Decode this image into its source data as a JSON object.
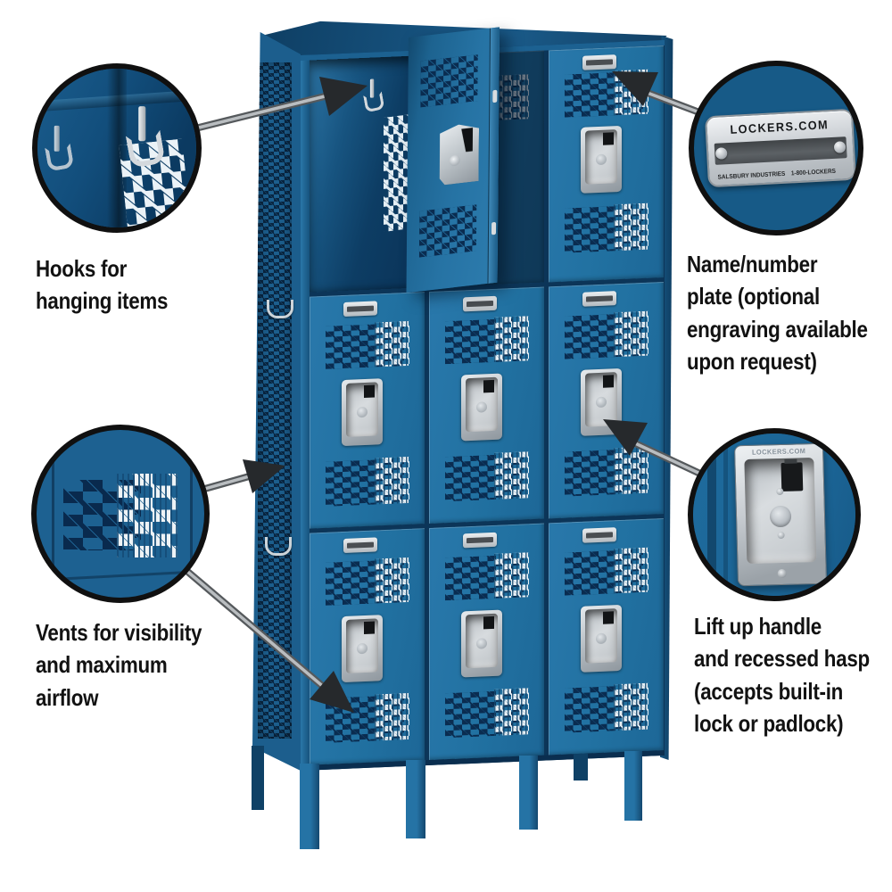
{
  "page": {
    "background": "#ffffff"
  },
  "product": {
    "kind": "triple-tier-vented-metal-locker",
    "columns": 3,
    "tiers": 3,
    "colors": {
      "door_blue": "#2371a2",
      "frame_blue": "#15507c",
      "interior_navy": "#0d3c63",
      "vent_hole_navy": "#0a2c50",
      "metal_silver": "#c6cbd0",
      "callout_outline": "#101010",
      "caption_text": "#121212"
    }
  },
  "callouts": {
    "hooks": {
      "label_lines": [
        "Hooks for",
        "hanging items"
      ]
    },
    "nameplate": {
      "label_lines": [
        "Name/number",
        "plate (optional",
        "engraving available",
        "upon request)"
      ],
      "plate_title": "LOCKERS.COM",
      "plate_sub_left": "SALSBURY INDUSTRIES",
      "plate_sub_right": "1-800-LOCKERS"
    },
    "vents": {
      "label_lines": [
        "Vents for visibility",
        "and maximum",
        "airflow"
      ]
    },
    "handle": {
      "label_lines": [
        "Lift up handle",
        "and recessed hasp",
        "(accepts built-in",
        "lock or padlock)"
      ],
      "handle_brand": "LOCKERS.COM"
    }
  }
}
